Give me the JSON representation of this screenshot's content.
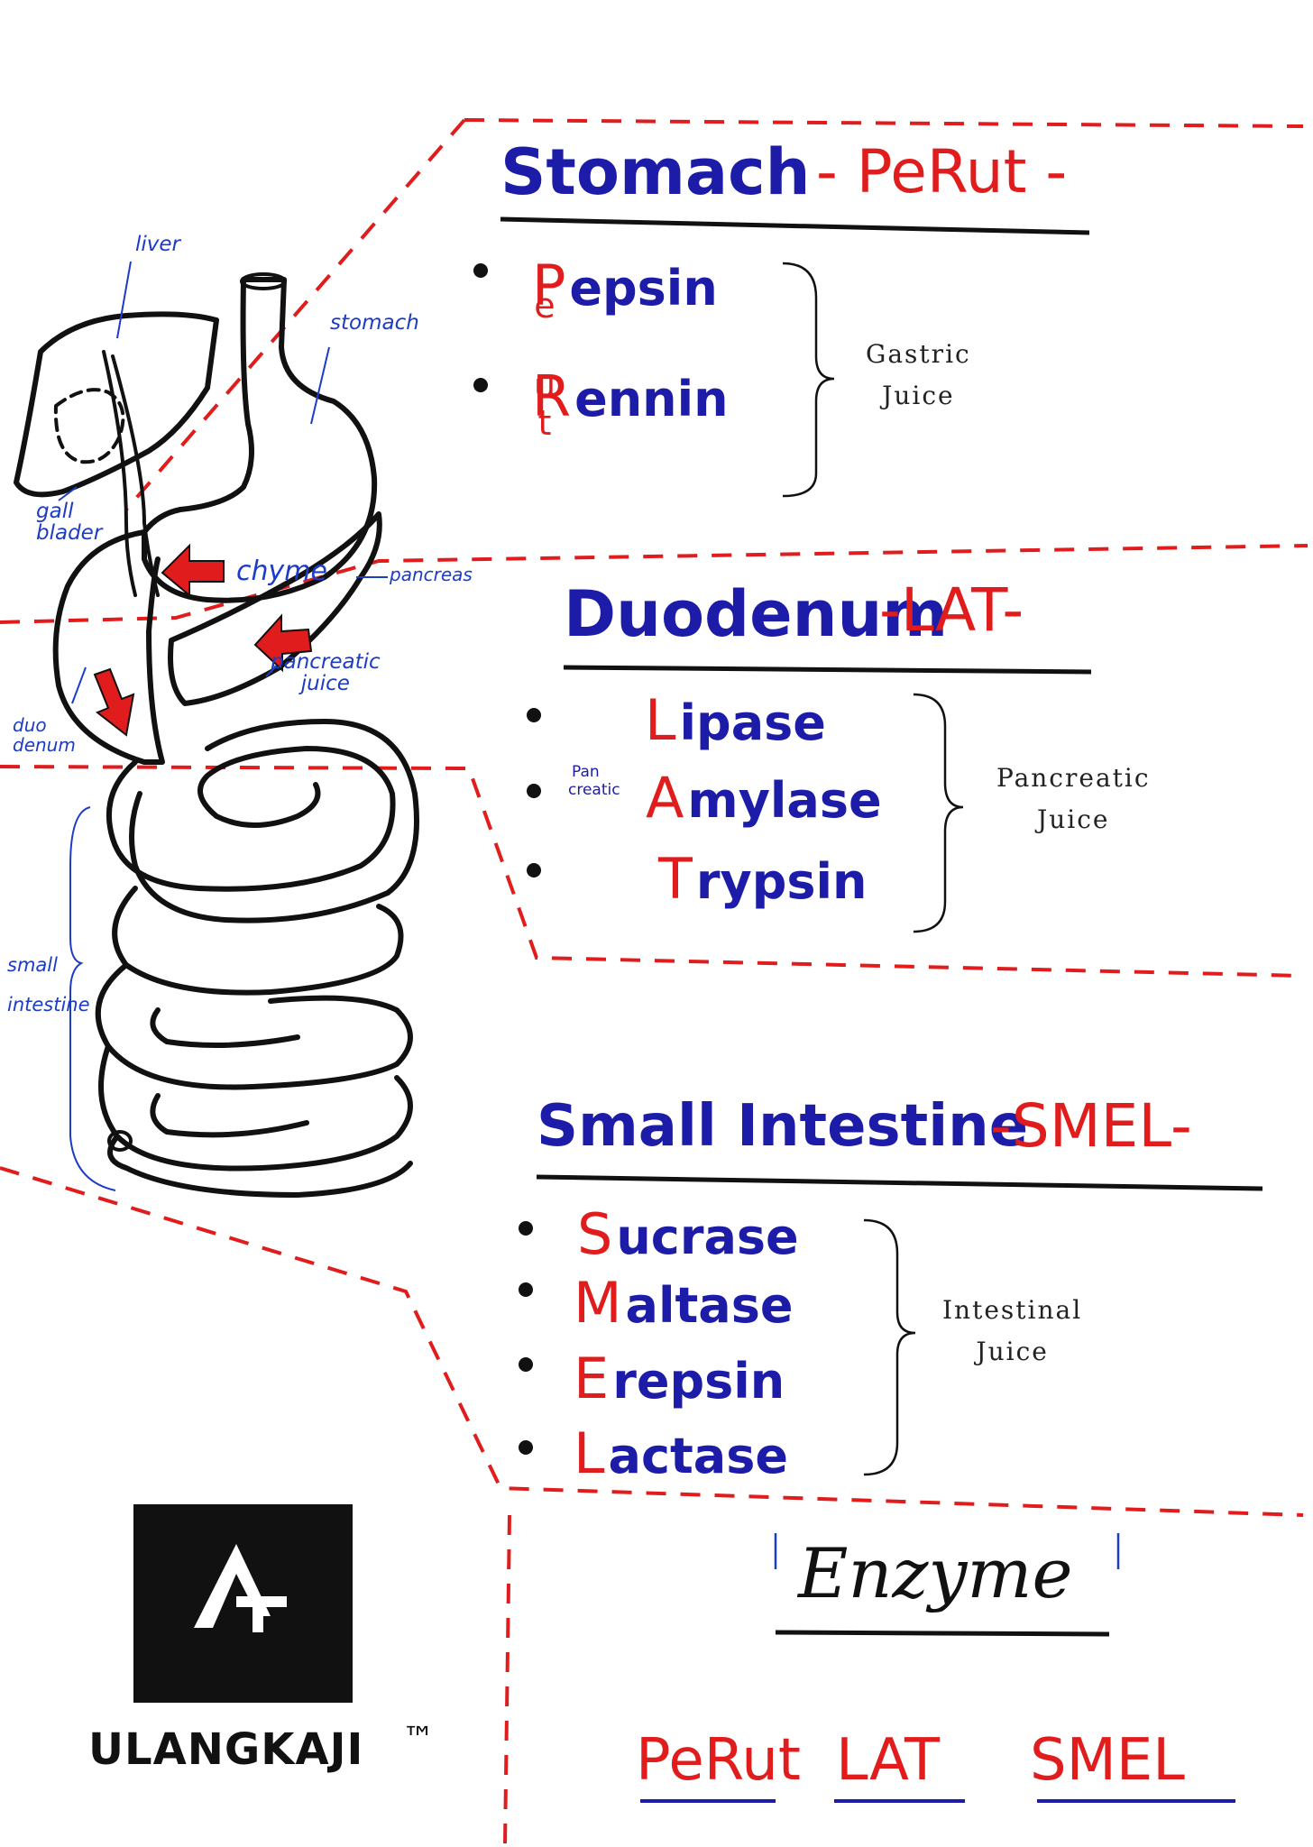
{
  "diagram_labels": {
    "liver": "liver",
    "stomach": "stomach",
    "gall_bladder": [
      "gall",
      "blader"
    ],
    "chyme": "chyme",
    "pancreas": "pancreas",
    "pancreatic_juice": [
      "pancreatic",
      "juice"
    ],
    "duodenum": [
      "duo",
      "denum"
    ],
    "small_intestine": [
      "small",
      "intestine"
    ]
  },
  "sections": {
    "stomach": {
      "title": "Stomach",
      "mnemonic": "- PeRut -",
      "acrostic": [
        "P",
        "e",
        "R",
        "u",
        "t"
      ],
      "enzymes": [
        {
          "initial": "P",
          "rest": "epsin"
        },
        {
          "initial": "R",
          "rest": "ennin"
        }
      ],
      "juice": [
        "Gastric",
        "Juice"
      ]
    },
    "duodenum": {
      "title": "Duodenum",
      "mnemonic": "-LAT-",
      "enzymes": [
        {
          "initial": "L",
          "rest": "ipase"
        },
        {
          "initial": "A",
          "rest": "mylase"
        },
        {
          "initial": "T",
          "rest": "rypsin"
        }
      ],
      "amylase_note": [
        "Pan",
        "creatic"
      ],
      "juice": [
        "Pancreatic",
        "Juice"
      ]
    },
    "small_intestine": {
      "title": "Small Intestine",
      "mnemonic": "-SMEL-",
      "enzymes": [
        {
          "initial": "S",
          "rest": "ucrase"
        },
        {
          "initial": "M",
          "rest": "altase"
        },
        {
          "initial": "E",
          "rest": "repsin"
        },
        {
          "initial": "L",
          "rest": "actase"
        }
      ],
      "juice": [
        "Intestinal",
        "Juice"
      ]
    }
  },
  "summary": {
    "title": "Enzyme",
    "words": [
      "PeRut",
      "LAT",
      "SMEL"
    ]
  },
  "brand": {
    "logo_text": "ULANGKAJI",
    "trademark": "™"
  },
  "colors": {
    "blue_ink": "#1c1ca8",
    "red_ink": "#e01c1c",
    "black_ink": "#111111"
  }
}
